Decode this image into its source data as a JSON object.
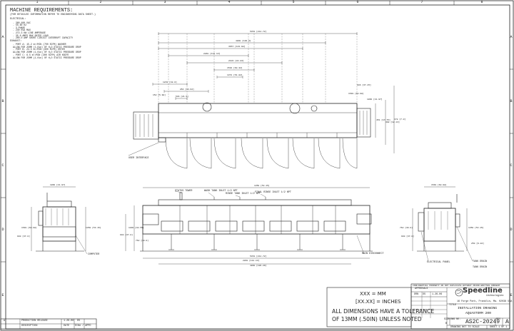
{
  "grid": {
    "columns": [
      "1",
      "2",
      "3",
      "4",
      "5",
      "6",
      "7",
      "8"
    ],
    "rows": [
      "A",
      "B",
      "C",
      "D",
      "E"
    ]
  },
  "notes": {
    "heading": "MACHINE REQUIREMENTS:",
    "subheading": "(FOR DETAILED INFORMATION REFER TO ENGINEERING DATA SHEET.)",
    "electrical_title": "ELECTRICAL:",
    "electrical_lines": [
      "- 380-480 VAC",
      "- 50-60 HZ",
      "- 3 PHASE",
      "- 230 KVA MAX",
      "- 272.3 KW LINE AMPERAGE",
      "- 35.6 AMPS MAX RATED LOAD",
      "- 200.0 AMP SHORT CIRCUIT INTERRUPT CAPACITY"
    ],
    "exhaust_title": "EXHAUST:",
    "exhaust_lines": [
      "- PORT A: 15.2 m³/MIN (700 SCFM) WASHER",
      "  ALLOW FOR 25MM (1.0in) OF H₂O STATIC PRESSURE DROP",
      "- PORT B: 24.5 m³/MIN (900 SCFM) DRYER",
      "  ALLOW FOR 25MM (1.0in) OF H₂O STATIC PRESSURE DROP",
      "- PORT C: 6.5 m³/MIN (300 SCFM) AIR KNIFE",
      "  ALLOW FOR 25MM (1.0in) OF H₂O STATIC PRESSURE DROP"
    ]
  },
  "top_view": {
    "callouts": [
      "USER INTERFACE"
    ],
    "dims": [
      "5454 [214.72]",
      "4808 [189.3]",
      "3657 [143.98]",
      "2848 [112.13]",
      "2103 [82.83]",
      "1532 [60.32]",
      "1372 [54.02]",
      "1219 [48.0]",
      "854 [33.62]",
      "546 [21.5]",
      "451 [17.75]",
      "308 [12.13]",
      "178 [7.0]",
      "152 [5.98]",
      "1066 [41.97]",
      "1549 [60.98]",
      "946 [37.25]"
    ]
  },
  "front_view": {
    "callouts": [
      "STATUS TOWER",
      "WASH TANK INLET 1/2 NPT",
      "RINSE TANK INLET 1/2 NPT",
      "FINAL RINSE INLET 1/2 NPT",
      "MAIN DISCONNECT"
    ],
    "dims": [
      "1350 [53.15]",
      "1030 [40.55]",
      "940 [37.0]",
      "762 [30.0]",
      "2848 [112.13]",
      "4808 [189.29]",
      "5454 [214.72]"
    ]
  },
  "left_view": {
    "callouts": [
      "COMPUTER"
    ],
    "dims": [
      "1066 [41.97]",
      "1549 [60.98]",
      "1350 [53.15]",
      "940 [37.0]"
    ]
  },
  "right_view": {
    "callouts": [
      "ELECTRICAL PANEL",
      "TANK DRAIN",
      "TANK DRAIN"
    ],
    "dims": [
      "1549 [60.98]",
      "762 [30.0]",
      "1350 [53.15]",
      "940 [37.0]",
      "250 [9.84]"
    ]
  },
  "units_note": {
    "mm": "XXX = MM",
    "inches": "[XX.XX] = INCHES",
    "tolerance_1": "ALL DIMENSIONS HAVE A TOLERANCE",
    "tolerance_2": "OF 13MM (.50IN) UNLESS NOTED"
  },
  "revision_block": {
    "rows": [
      {
        "rev": "A",
        "desc": "PRODUCTION RELEASE",
        "date": "1-26-06",
        "by": "DS"
      },
      {
        "rev": "",
        "desc": "DESCRIPTION",
        "date": "DATE",
        "by": "ECN# / APPD"
      }
    ]
  },
  "title_block": {
    "confidential": "CONFIDENTIAL PROPERTY DO NOT DUPLICATE WITHOUT PRIOR WRITTEN CONSENT",
    "approvals": "APPROVALS",
    "drawn": "DRN",
    "drawn_by": "DS",
    "drawn_date": "1-26-06",
    "company": "Speedline",
    "company_sub": "technologies",
    "address": "16 Forge Park, Franklin, Ma. 02038 USA",
    "title_label": "TITLE",
    "title_1": "INSTALLATION DRAWING",
    "title_2": "AQUASTORM 200",
    "dwg_no_label": "DWG NO.",
    "dwg_no": "AS2C-20249",
    "rev_label": "REV",
    "rev": "A",
    "scale": "DRAWING NOT TO SCALE",
    "sheet": "SHEET 1 OF 1",
    "size_label": "SIZE",
    "size": "B"
  }
}
